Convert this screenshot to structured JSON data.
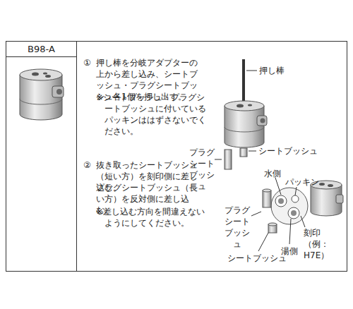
{
  "diagram": {
    "nodes": [
      {
        "text": [
          "B98-A"
        ]
      }
    ],
    "labels": [
      "①",
      "押し棒を分岐アダプターの上から差し込み、シートブッシュ・プラグシートブッシュ各1個を押し出す。",
      "※シートブッシュ・プラグシートブッシュに付いているパッキンははずさないでください。",
      "②",
      "抜き取ったシートブッシュ（短い方）を刻印側に差し込む。",
      "プラグシートブッシュ（長い方）を反対側に差し込む。",
      "※差し込む方向を間違えないようにしてください。",
      "押し棒",
      "プラグ シート ブッシュ",
      "シートブッシュ",
      "水側",
      "パッキン",
      "プラグ シート ブッシュ",
      "刻印 （例：H7E）",
      "湯側",
      "シートブッシュ"
    ]
  }
}
